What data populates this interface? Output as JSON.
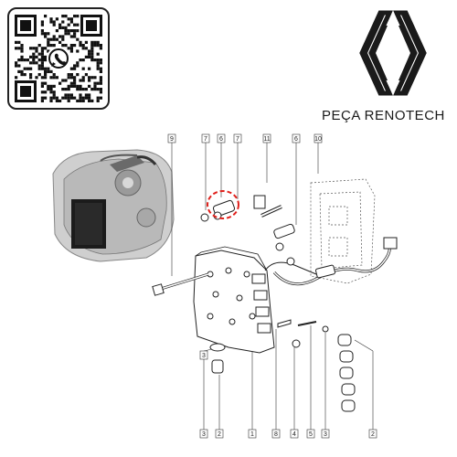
{
  "brand": {
    "name": "PEÇA RENOTECH",
    "logo_icon": "renault-diamond-logo",
    "qr_icon": "whatsapp-qr-code"
  },
  "diagram": {
    "top_callouts": [
      "9",
      "7",
      "6",
      "7",
      "11",
      "6",
      "10"
    ],
    "bottom_callouts": [
      "3",
      "2",
      "3",
      "1",
      "8",
      "4",
      "5",
      "3",
      "2"
    ],
    "highlight_color": "#e0201b"
  }
}
